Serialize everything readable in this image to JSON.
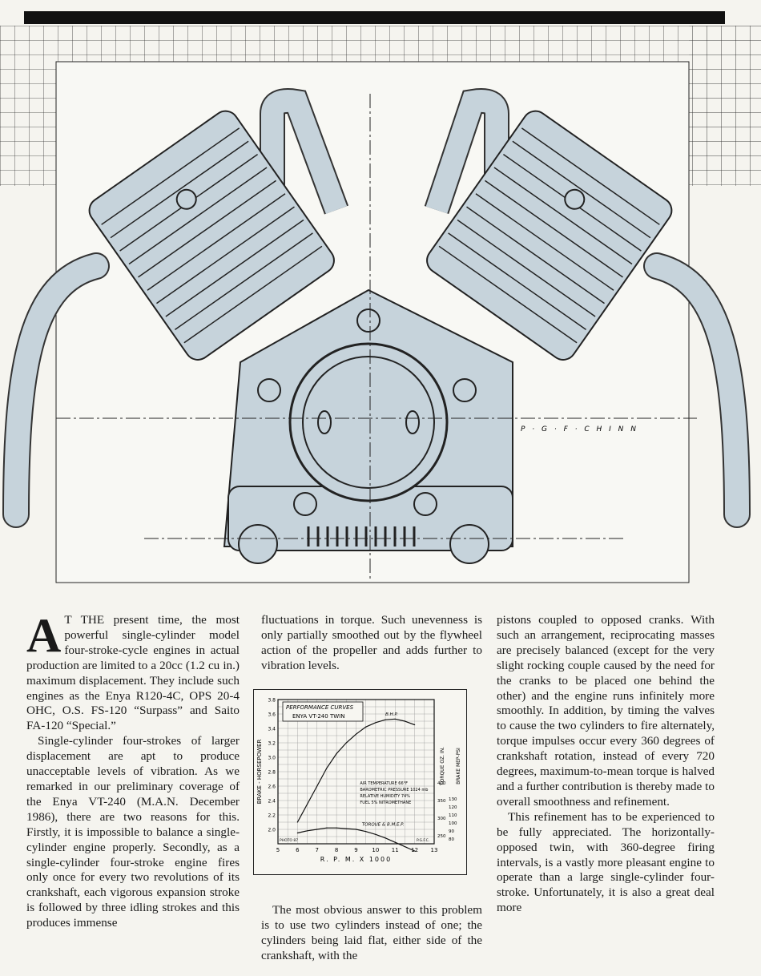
{
  "drawing": {
    "signature": "P · G · F · C H I N N"
  },
  "article": {
    "col1": {
      "dropcap": "A",
      "para1": "T THE present time, the most powerful single-cylinder model four-stroke-cycle engines in actual production are limited to a 20cc (1.2 cu in.) maximum displacement. They include such engines as the Enya R120-4C, OPS 20-4 OHC, O.S. FS-120 “Surpass” and Saito FA-120 “Special.”",
      "para2": "Single-cylinder four-strokes of larger displacement are apt to produce unacceptable levels of vibration. As we remarked in our preliminary coverage of the Enya VT-240 (M.A.N. December 1986), there are two reasons for this. Firstly, it is impossible to balance a single-cylinder engine properly. Secondly, as a single-cylinder four-stroke engine fires only once for every two revolutions of its crankshaft, each vigorous expansion stroke is followed by three idling strokes and this produces immense"
    },
    "col2": {
      "para1": "fluctuations in torque. Such unevenness is only partially smoothed out by the flywheel action of the propeller and adds further to vibration levels.",
      "para2": "The most obvious answer to this problem is to use two cylinders instead of one; the cylinders being laid flat, either side of the crankshaft, with the"
    },
    "col3": {
      "para1": "pistons coupled to opposed cranks. With such an arrangement, reciprocating masses are precisely balanced (except for the very slight rocking couple caused by the need for the cranks to be placed one behind the other) and the engine runs infinitely more smoothly. In addition, by timing the valves to cause the two cylinders to fire alternately, torque impulses occur every 360 degrees of crankshaft rotation, instead of every 720 degrees, maximum-to-mean torque is halved and a further contribution is thereby made to overall smoothness and refinement.",
      "para2": "This refinement has to be experienced to be fully appreciated. The horizontally-opposed twin, with 360-degree firing intervals, is a vastly more pleasant engine to operate than a large single-cylinder four-stroke. Unfortunately, it is also a great deal more"
    }
  },
  "chart_data": {
    "type": "line",
    "title": "PERFORMANCE CURVES",
    "subtitle": "ENYA VT-240 TWIN",
    "xlabel": "R. P. M.  X  1000",
    "ylabel": "BRAKE - HORSEPOWER",
    "ylabel_right_1": "TORQUE OZ. IN.",
    "ylabel_right_2": "BRAKE MEP-PSI",
    "xlim": [
      5,
      13
    ],
    "ylim": [
      1.8,
      3.8
    ],
    "x_ticks": [
      "5",
      "6",
      "7",
      "8",
      "9",
      "10",
      "11",
      "12",
      "13"
    ],
    "y_ticks": [
      "2.0",
      "2.2",
      "2.4",
      "2.6",
      "2.8",
      "3.0",
      "3.2",
      "3.4",
      "3.6",
      "3.8"
    ],
    "torque_ticks": [
      "250",
      "300",
      "350",
      "400"
    ],
    "bmep_ticks": [
      "80",
      "90",
      "100",
      "110",
      "120",
      "130"
    ],
    "conditions": [
      "AIR TEMPERATURE  66°F",
      "BAROMETRIC PRESSURE 1024 mb",
      "RELATIVE HUMIDITY  74%",
      "FUEL  5% NITROMETHANE"
    ],
    "corner_left": "PHOTO 87",
    "corner_right": "P.G.F.C.",
    "series": [
      {
        "name": "B.H.P.",
        "x": [
          6.0,
          6.5,
          7.0,
          7.5,
          8.0,
          8.5,
          9.0,
          9.5,
          10.0,
          10.5,
          11.0,
          11.5,
          12.0
        ],
        "values": [
          2.1,
          2.35,
          2.6,
          2.85,
          3.05,
          3.2,
          3.32,
          3.42,
          3.48,
          3.52,
          3.53,
          3.5,
          3.45
        ]
      },
      {
        "name": "TORQUE & B.M.E.P.",
        "x": [
          6.0,
          6.5,
          7.0,
          7.5,
          8.0,
          8.5,
          9.0,
          9.5,
          10.0,
          10.5,
          11.0,
          11.5,
          12.0
        ],
        "values": [
          1.95,
          1.98,
          2.0,
          2.02,
          2.02,
          2.01,
          2.0,
          1.97,
          1.93,
          1.88,
          1.82,
          1.76,
          1.7
        ]
      }
    ]
  }
}
